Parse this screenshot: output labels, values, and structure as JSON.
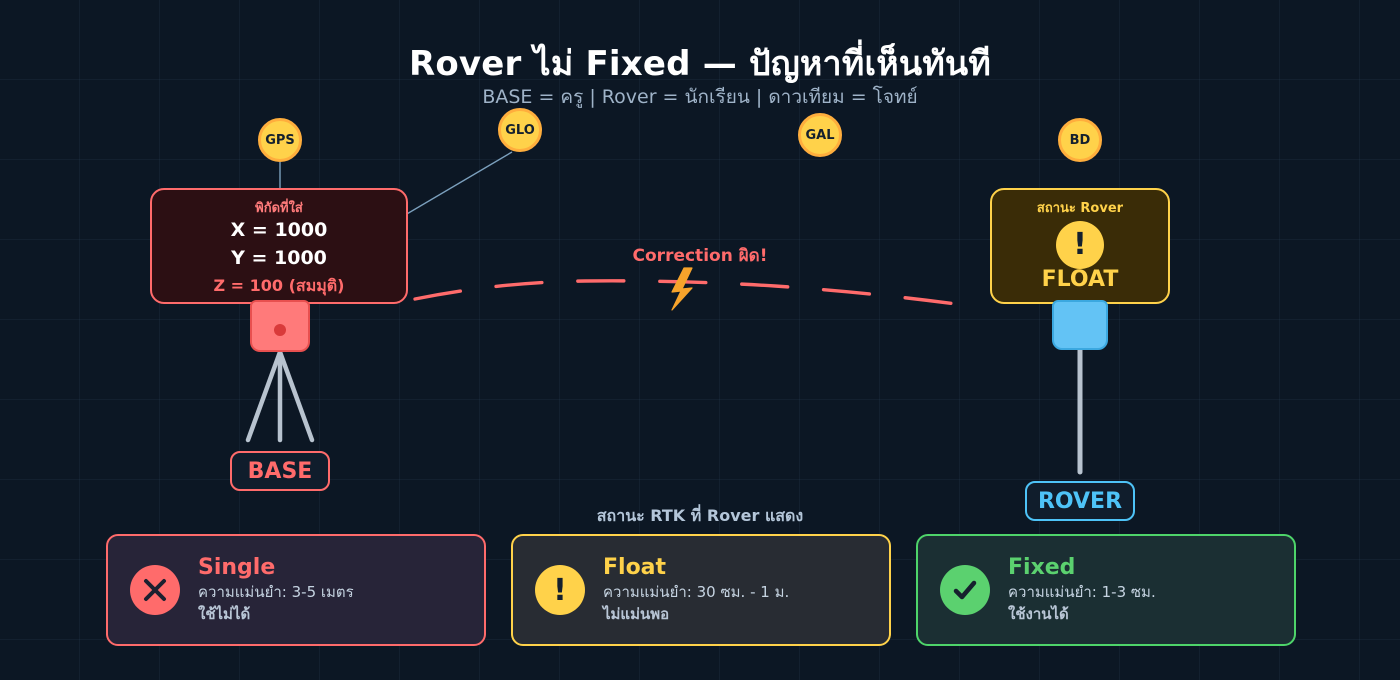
{
  "header": {
    "title": "Rover ไม่ Fixed — ปัญหาที่เห็นทันที",
    "subtitle": "BASE = ครู | Rover = นักเรียน | ดาวเทียม = โจทย์"
  },
  "satellites": [
    {
      "label": "GPS",
      "linked": true
    },
    {
      "label": "GLO",
      "linked": true
    },
    {
      "label": "GAL",
      "linked": false
    },
    {
      "label": "BD",
      "linked": false
    }
  ],
  "base": {
    "coord_box_label": "พิกัดที่ใส่",
    "x_row": "X = 1000",
    "y_row": "Y = 1000",
    "z_row": "Z = 100   (สมมุติ)",
    "tag": "BASE"
  },
  "rover": {
    "status_label": "สถานะ Rover",
    "status_badge": "!",
    "status_value": "FLOAT",
    "tag": "ROVER"
  },
  "link": {
    "correction_label": "Correction ผิด!",
    "bolt_icon": "lightning-bolt-icon"
  },
  "cards_heading": "สถานะ RTK ที่ Rover แสดง",
  "cards": [
    {
      "icon": "circle-x-icon",
      "title": "Single",
      "accuracy": "ความแม่นยำ: 3-5 เมตร",
      "note": "ใช้ไม่ได้",
      "accent": "#ff6b6b"
    },
    {
      "icon": "circle-exclamation-icon",
      "title": "Float",
      "accuracy": "ความแม่นยำ: 30 ซม. - 1 ม.",
      "note": "ไม่แม่นพอ",
      "accent": "#ffd24a"
    },
    {
      "icon": "circle-check-icon",
      "title": "Fixed",
      "accuracy": "ความแม่นยำ: 1-3 ซม.",
      "note": "ใช้งานได้",
      "accent": "#5bd16f"
    }
  ],
  "colors": {
    "background": "#0c1724",
    "grid_line": "#1b2b3d",
    "danger": "#ff6b6b",
    "warning": "#ffd24a",
    "success": "#5bd16f",
    "rover_blue": "#4ec3f7",
    "satellite_link": "#8fb8d8"
  }
}
